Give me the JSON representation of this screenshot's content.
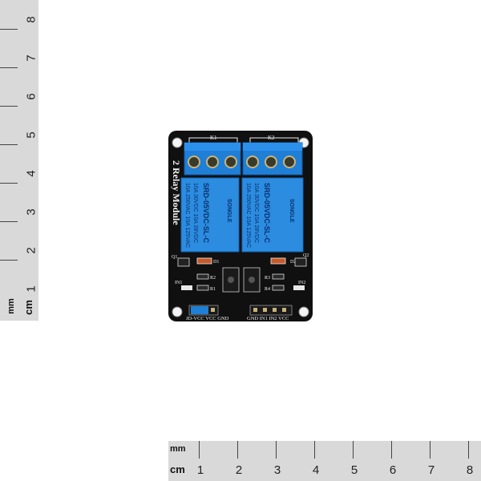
{
  "ruler_vertical": {
    "unit_cm": "cm",
    "unit_mm": "mm",
    "numbers": [
      "1",
      "2",
      "3",
      "4",
      "5",
      "6",
      "7",
      "8"
    ]
  },
  "ruler_horizontal": {
    "unit_cm": "cm",
    "unit_mm": "mm",
    "numbers": [
      "1",
      "2",
      "3",
      "4",
      "5",
      "6",
      "7",
      "8"
    ]
  },
  "board": {
    "title": "2 Relay Module",
    "relay_labels": [
      "K1",
      "K2"
    ],
    "relay_text": {
      "model": "SRD-05VDC-SL-C",
      "brand": "SONGLE",
      "rating_1": "10A 250VAC 10A 125VAC",
      "rating_2": "10A 30VDC 10A 28VDC"
    },
    "components": {
      "d1": "D1",
      "d2": "D2",
      "q1": "Q1",
      "q2": "Q2",
      "r1": "R1",
      "r2": "R2",
      "r3": "R3",
      "r4": "R4",
      "in1": "IN1",
      "in2": "IN2"
    },
    "header_left": "JD-VCC VCC GND",
    "header_right": "GND IN1 IN2 VCC"
  },
  "colors": {
    "pcb": "#101010",
    "terminal_blue": "#1f7fd6",
    "relay_blue": "#2b8ce0",
    "silk": "#f2f2f2"
  }
}
